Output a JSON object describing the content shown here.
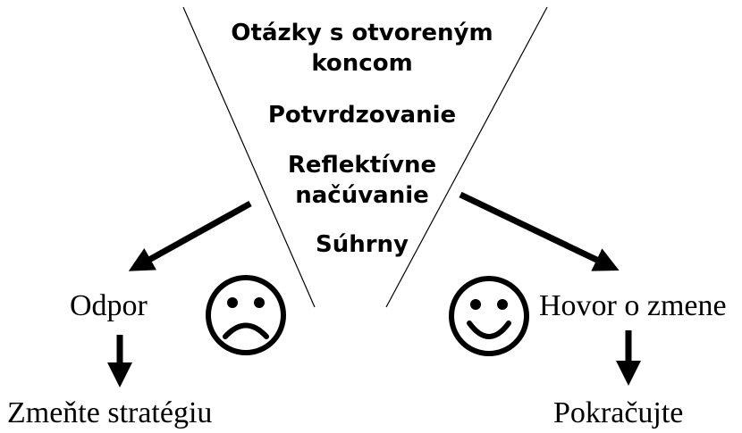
{
  "funnel": {
    "items": [
      {
        "text": "Otázky s otvoreným koncom"
      },
      {
        "text": "Potvrdzovanie"
      },
      {
        "text": "Reflektívne načúvanie"
      },
      {
        "text": "Súhrny"
      }
    ]
  },
  "left_branch": {
    "label": "Odpor",
    "outcome": "Zmeňte stratégiu",
    "face_icon": "sad-face-icon"
  },
  "right_branch": {
    "label": "Hovor o zmene",
    "outcome": "Pokračujte",
    "face_icon": "happy-face-icon"
  },
  "colors": {
    "ink": "#000000",
    "background": "#ffffff"
  }
}
